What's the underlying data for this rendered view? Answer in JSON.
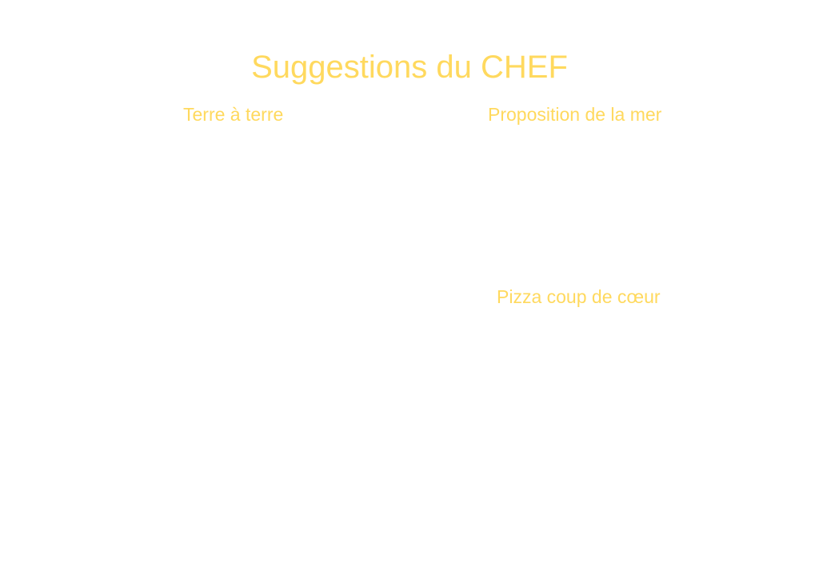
{
  "page": {
    "title": "Suggestions du CHEF",
    "sections": [
      {
        "heading": "Terre à terre"
      },
      {
        "heading": "Proposition de la mer"
      },
      {
        "heading": "Pizza coup de cœur"
      }
    ]
  },
  "colors": {
    "accent": "#FFD95E",
    "background": "#ffffff"
  }
}
